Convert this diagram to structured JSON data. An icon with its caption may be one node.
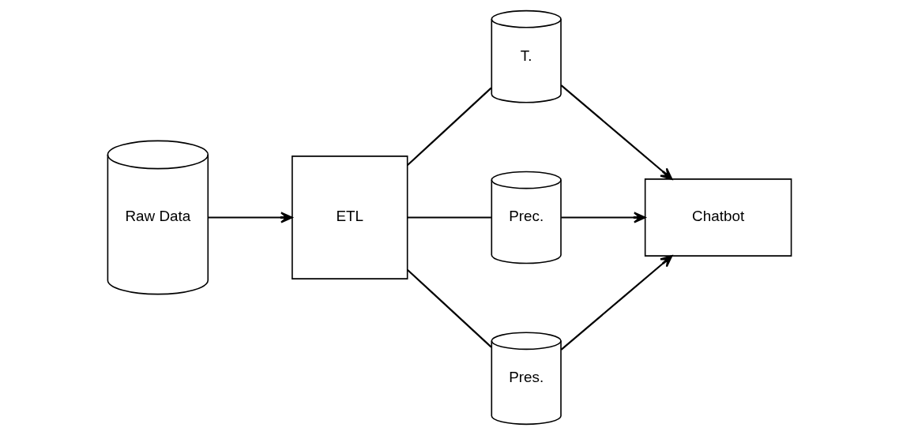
{
  "diagram": {
    "nodes": [
      {
        "text": [
          "Raw Data"
        ]
      },
      {
        "text": [
          "ETL"
        ]
      },
      {
        "text": [
          "T."
        ]
      },
      {
        "text": [
          "Prec."
        ]
      },
      {
        "text": [
          "Pres."
        ]
      },
      {
        "text": [
          "Chatbot"
        ]
      }
    ],
    "edges": [
      {
        "from": 0,
        "to": 1,
        "arrow": "to"
      },
      {
        "from": 1,
        "to": 2,
        "arrow": "none"
      },
      {
        "from": 1,
        "to": 3,
        "arrow": "none"
      },
      {
        "from": 1,
        "to": 4,
        "arrow": "none"
      },
      {
        "from": 2,
        "to": 5,
        "arrow": "to"
      },
      {
        "from": 3,
        "to": 5,
        "arrow": "to"
      },
      {
        "from": 4,
        "to": 5,
        "arrow": "to"
      }
    ]
  }
}
